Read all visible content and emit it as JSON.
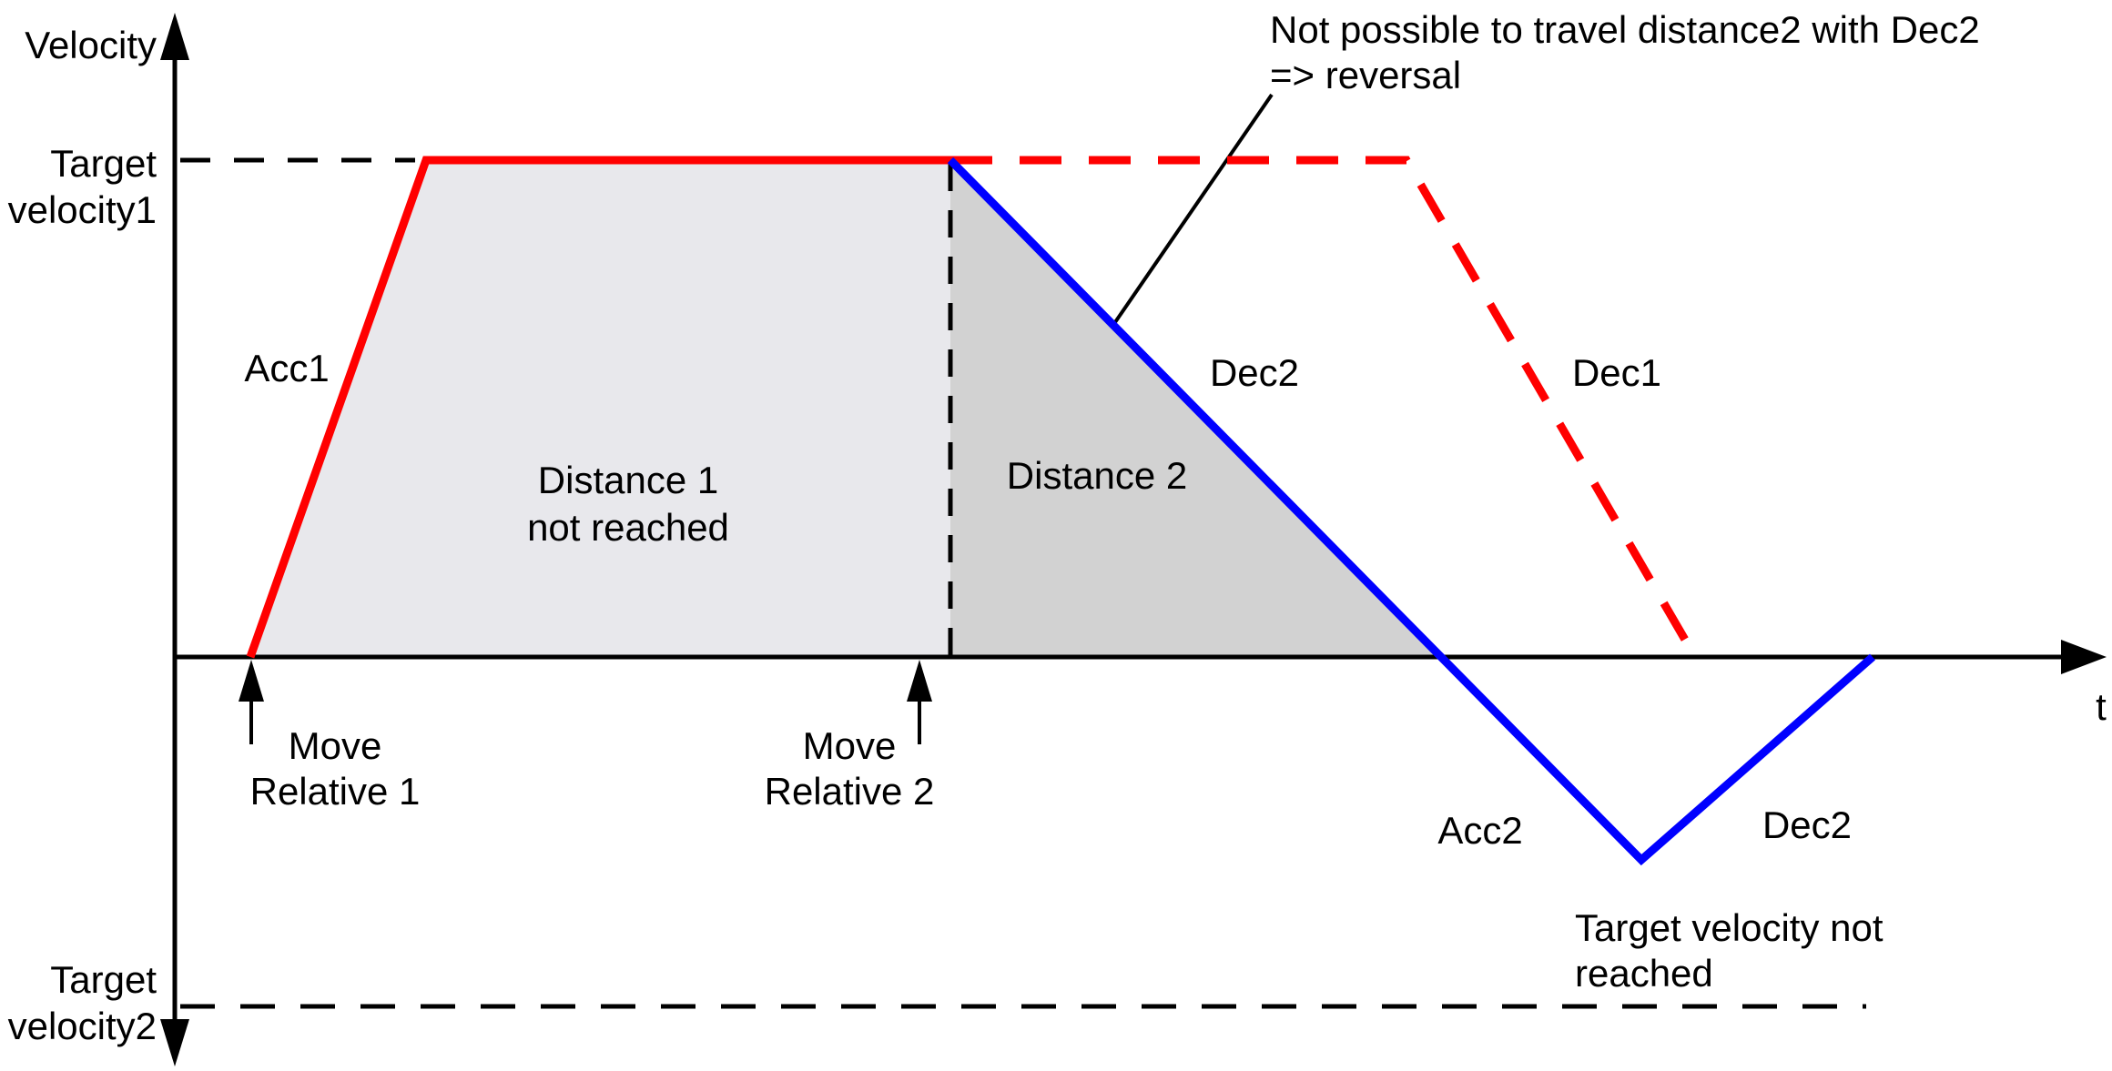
{
  "colors": {
    "move1_profile": "#ff0000",
    "move2_profile": "#0000ff",
    "axis": "#000000",
    "distance1_fill": "#e8e8ec",
    "distance2_fill": "#d2d2d2"
  },
  "labels": {
    "y_axis": "Velocity",
    "x_axis": "t",
    "target_velocity1_line1": "Target",
    "target_velocity1_line2": "velocity1",
    "acc1": "Acc1",
    "distance1_line1": "Distance 1",
    "distance1_line2": "not reached",
    "distance2": "Distance 2",
    "dec2_upper": "Dec2",
    "dec1": "Dec1",
    "move_relative1_line1": "Move",
    "move_relative1_line2": "Relative 1",
    "move_relative2_line1": "Move",
    "move_relative2_line2": "Relative 2",
    "acc2": "Acc2",
    "dec2_lower": "Dec2",
    "annotation_line1": "Not possible to travel distance2 with Dec2",
    "annotation_line2": "=> reversal",
    "target_not_reached_line1": "Target velocity not",
    "target_not_reached_line2": "reached",
    "target_velocity2_line1": "Target",
    "target_velocity2_line2": "velocity2"
  }
}
